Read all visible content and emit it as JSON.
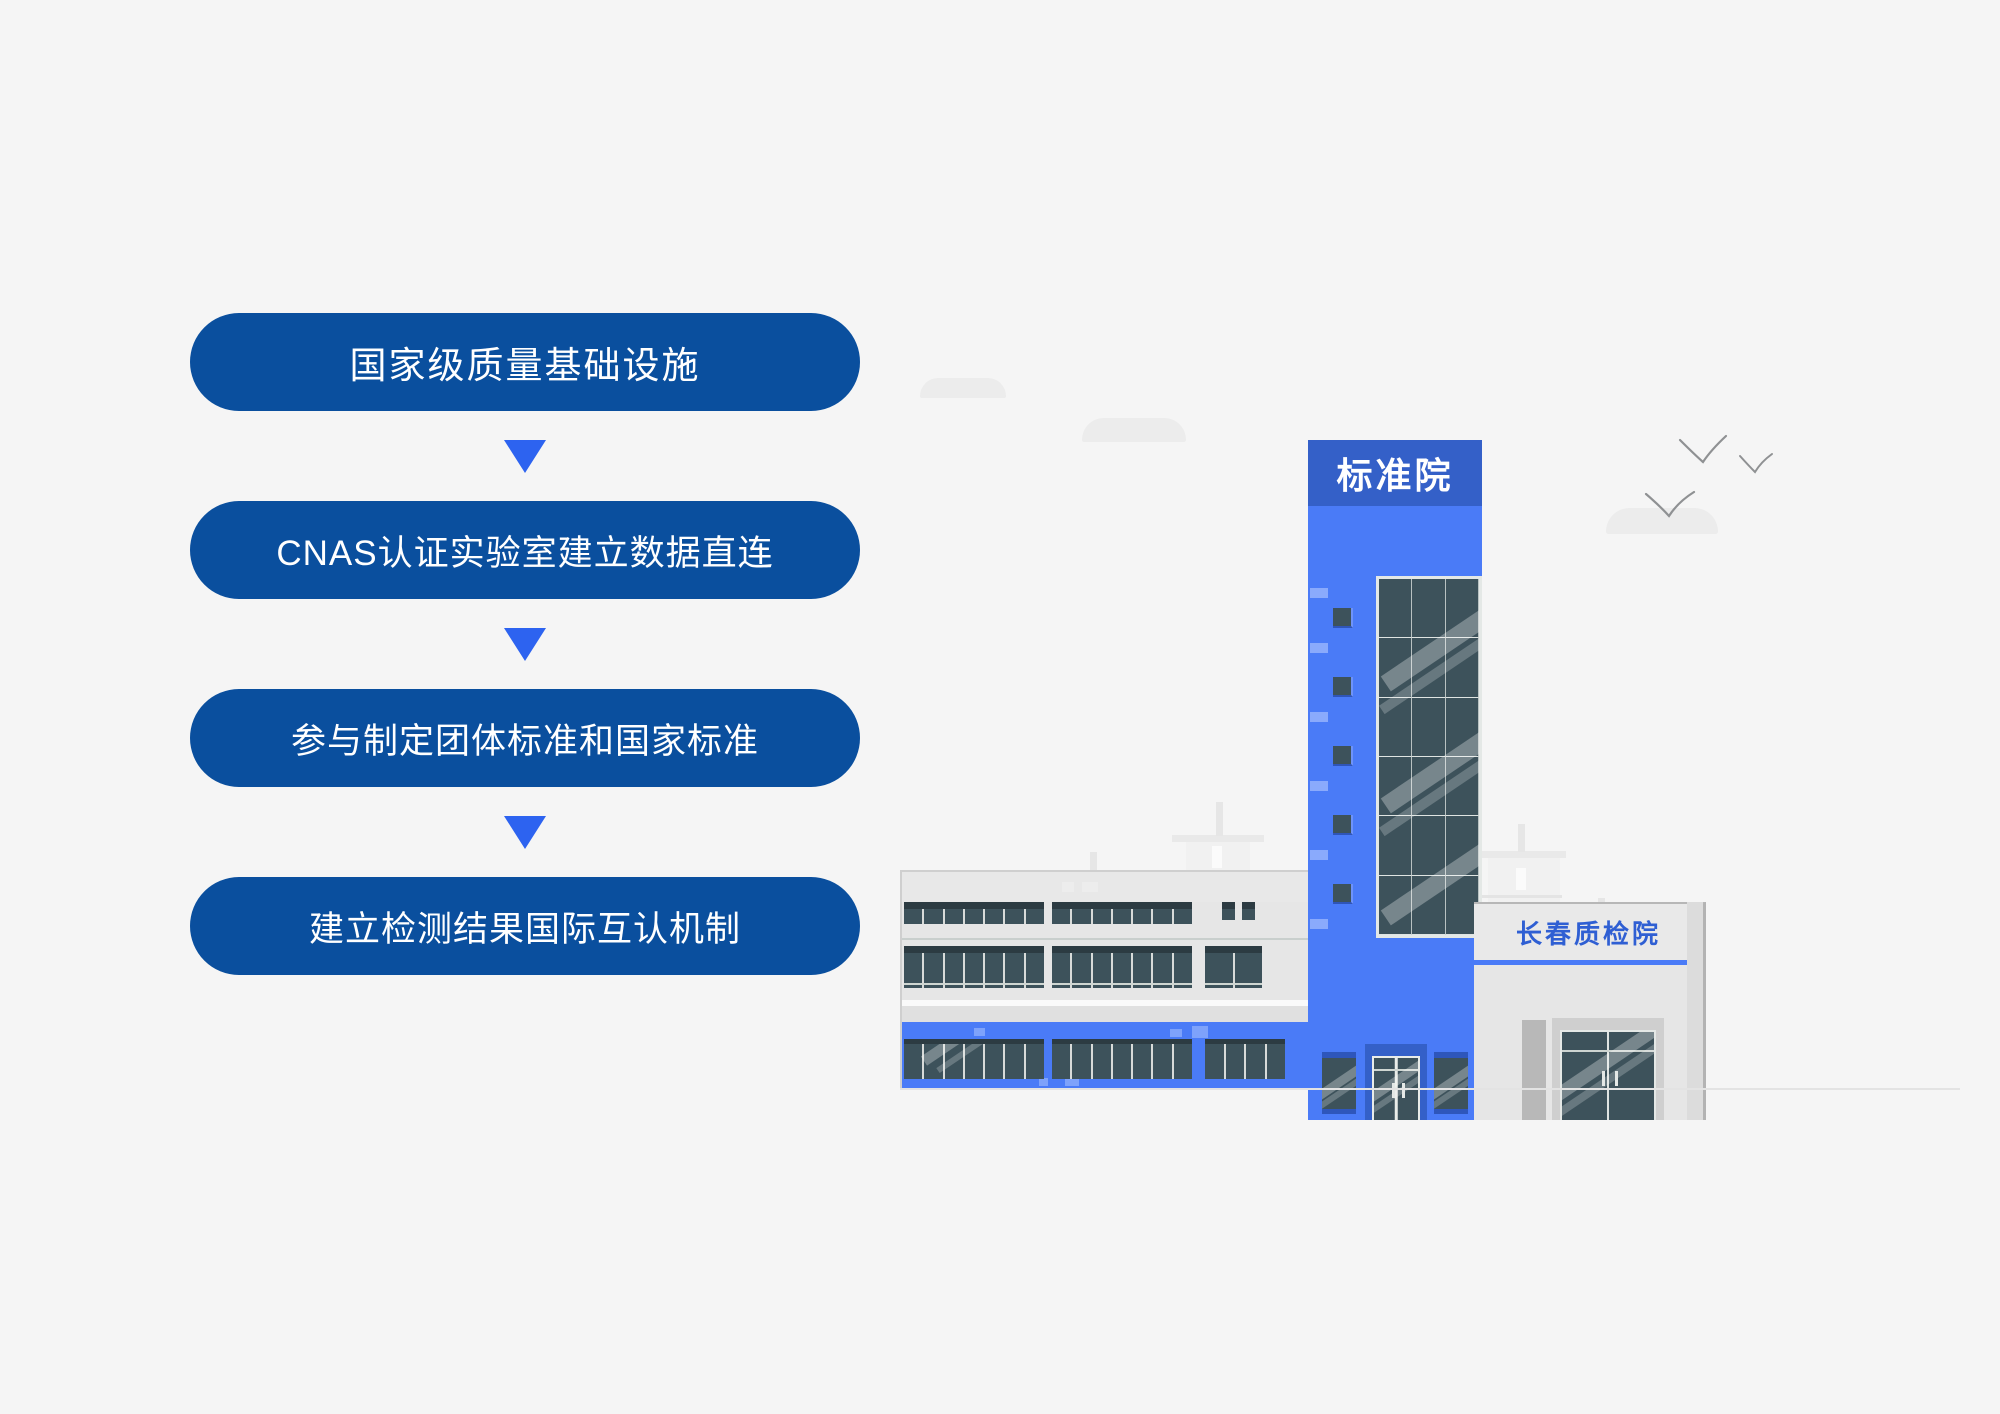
{
  "background_color": "#f5f5f5",
  "flow": {
    "accent_pill_color": "#0a4f9e",
    "accent_arrow_color": "#2d63f0",
    "steps": [
      {
        "id": "step-1",
        "label": "国家级质量基础设施"
      },
      {
        "id": "step-2",
        "label": "CNAS认证实验室建立数据直连"
      },
      {
        "id": "step-3",
        "label": "参与制定团体标准和国家标准"
      },
      {
        "id": "step-4",
        "label": "建立检测结果国际互认机制"
      }
    ],
    "connector_icon": "triangle-down-icon",
    "connector_count": 3
  },
  "illustration": {
    "name": "standards-institute-building-illustration",
    "tower": {
      "sign_label": "标准院",
      "sign_color": "#3460c8",
      "body_color": "#4a7bf7",
      "glass_color": "#3d525b",
      "window_count": 5,
      "curtain_columns": 3,
      "curtain_rows": 6
    },
    "annex": {
      "sign_label": "长春质检院",
      "sign_text_color": "#2f5fd3",
      "rule_color": "#4a7bf7",
      "body_color": "#e6e6e6"
    },
    "wing": {
      "body_color": "#e6e6e6",
      "glass_color": "#3d525b",
      "blue_band_color": "#4a7bf7",
      "floors": 3
    },
    "skyline": {
      "color": "#ededed",
      "building_count": 9,
      "cloud_count": 3,
      "bird_count": 3
    },
    "ground_line_color": "#e3e3e3"
  }
}
